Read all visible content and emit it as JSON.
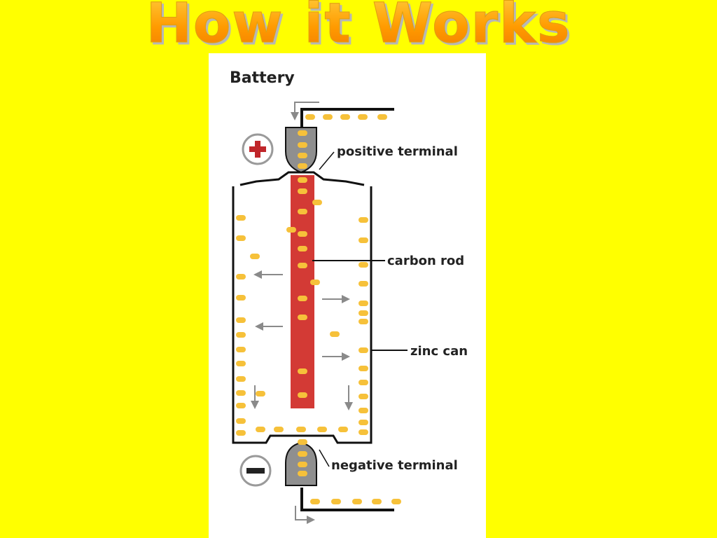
{
  "slide": {
    "title": "How it Works"
  },
  "diagram": {
    "heading": "Battery",
    "labels": {
      "positive_terminal": "positive terminal",
      "carbon_rod": "carbon rod",
      "zinc_can": "zinc can",
      "negative_terminal": "negative terminal"
    },
    "symbols": {
      "positive": "plus-sign-icon",
      "negative": "minus-sign-icon"
    }
  },
  "colors": {
    "background": "#ffff00",
    "title_gradient_top": "#ffd040",
    "title_gradient_bottom": "#f07800",
    "carbon_rod": "#d33a35",
    "electron": "#f6c13a",
    "terminal_cap": "#8f8f8f",
    "plus_sign": "#c0262a"
  }
}
